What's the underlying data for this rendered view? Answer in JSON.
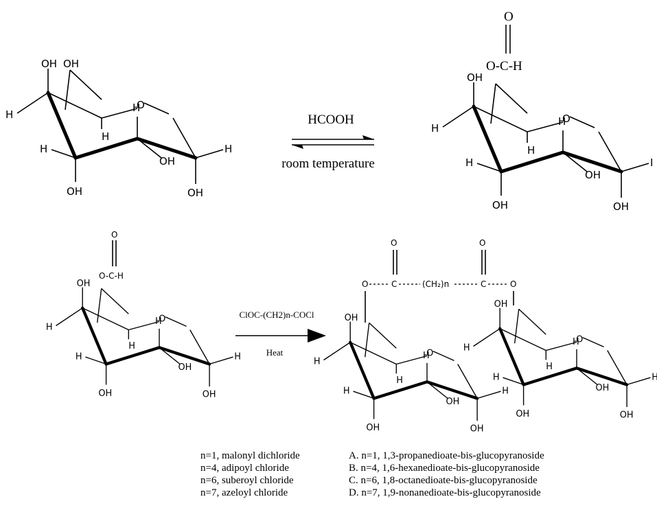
{
  "labels": {
    "OH": "OH",
    "H": "H",
    "O": "O",
    "I": "I",
    "formate": "O-C-H",
    "acyl_O": "O",
    "acyl_C": "C",
    "CH2n": "(CH₂)n"
  },
  "reaction1": {
    "reagent": "HCOOH",
    "condition": "room temperature"
  },
  "reaction2": {
    "reagent": "ClOC-(CH2)n-COCl",
    "condition": "Heat"
  },
  "legend": {
    "reagents": [
      "n=1, malonyl dichloride",
      "n=4, adipoyl chloride",
      "n=6, suberoyl chloride",
      "n=7, azeloyl chloride"
    ],
    "products": [
      "A. n=1, 1,3-propanedioate-bis-glucopyranoside",
      "B. n=4, 1,6-hexanedioate-bis-glucopyranoside",
      "C. n=6, 1,8-octanedioate-bis-glucopyranoside",
      "D. n=7, 1,9-nonanedioate-bis-glucopyranoside"
    ]
  }
}
